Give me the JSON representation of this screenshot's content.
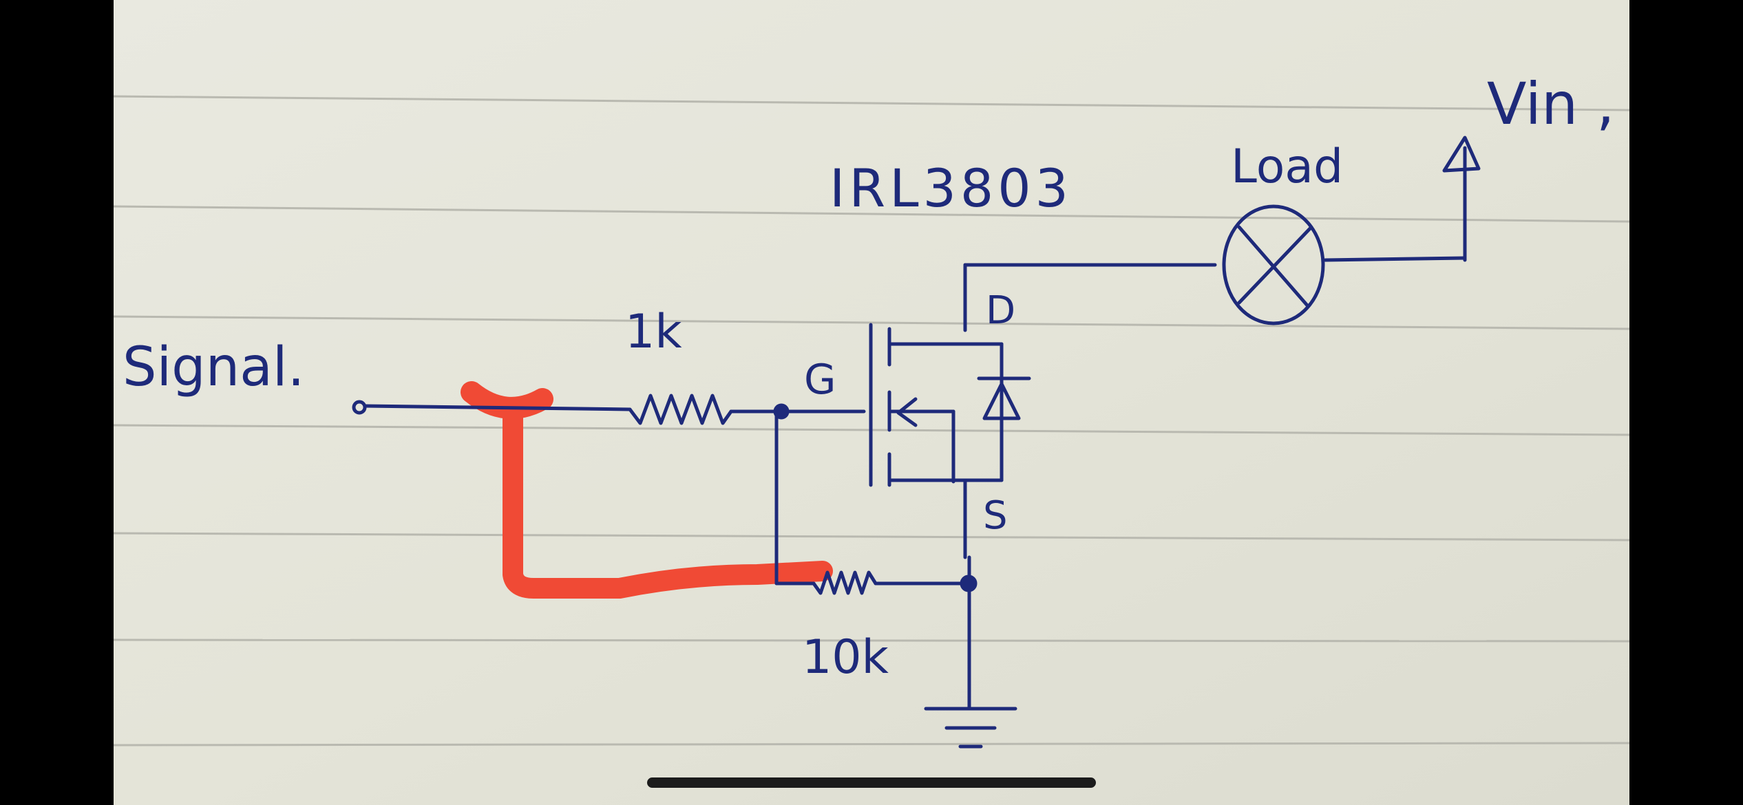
{
  "diagram": {
    "labels": {
      "signal": "Signal.",
      "r1": "1k",
      "gate": "G",
      "mosfet": "IRL3803",
      "drain": "D",
      "source": "S",
      "r2": "10k",
      "load": "Load",
      "vin": "Vin ,"
    }
  },
  "colors": {
    "paper": "#e5e4d8",
    "ink": "#1e2a7a",
    "highlight": "#f04a35",
    "ruled_line": "#b9b9b0"
  }
}
